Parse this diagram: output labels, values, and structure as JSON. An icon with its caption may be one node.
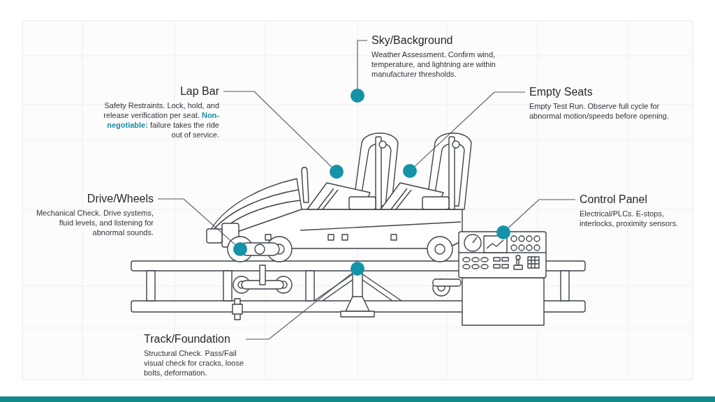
{
  "diagram": {
    "nodes": [
      {
        "text": [
          "Sky/Background",
          "Weather Assessment. Confirm wind, temperature, and lightning are within manufacturer thresholds."
        ]
      },
      {
        "text": [
          "Lap Bar",
          "Safety Restraints. Lock, hold, and release verification per seat. **Non-negotiable:** failure takes the ride out of service."
        ]
      },
      {
        "text": [
          "Empty Seats",
          "Empty Test Run. Observe full cycle for abnormal motion/speeds before opening."
        ]
      },
      {
        "text": [
          "Drive/Wheels",
          "Mechanical Check. Drive systems, fluid levels, and listening for abnormal sounds."
        ]
      },
      {
        "text": [
          "Control Panel",
          "Electrical/PLCs. E-stops, interlocks, proximity sensors."
        ]
      },
      {
        "text": [
          "Track/Foundation",
          "Structural Check. Pass/Fail visual check for cracks, loose bolts, deformation."
        ]
      },
      {
        "text": [],
        "shape": "circle"
      },
      {
        "text": [],
        "shape": "circle"
      },
      {
        "text": [],
        "shape": "circle"
      },
      {
        "text": [],
        "shape": "circle"
      },
      {
        "text": [],
        "shape": "circle"
      },
      {
        "text": [],
        "shape": "circle"
      }
    ],
    "edges": [
      {
        "from": 0,
        "to": 8,
        "arrow": "none"
      },
      {
        "from": 1,
        "to": 7,
        "arrow": "none"
      },
      {
        "from": 2,
        "to": 10,
        "arrow": "none"
      },
      {
        "from": 3,
        "to": 6,
        "arrow": "none"
      },
      {
        "from": 4,
        "to": 11,
        "arrow": "none"
      },
      {
        "from": 5,
        "to": 9,
        "arrow": "none"
      }
    ]
  }
}
